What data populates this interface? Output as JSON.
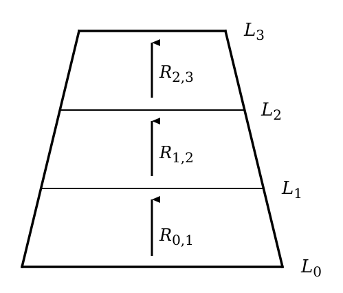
{
  "diagram": {
    "levels": [
      {
        "name": "L",
        "sub": "0"
      },
      {
        "name": "L",
        "sub": "1"
      },
      {
        "name": "L",
        "sub": "2"
      },
      {
        "name": "L",
        "sub": "3"
      }
    ],
    "arrows": [
      {
        "name": "R",
        "sub": "0,1"
      },
      {
        "name": "R",
        "sub": "1,2"
      },
      {
        "name": "R",
        "sub": "2,3"
      }
    ]
  }
}
